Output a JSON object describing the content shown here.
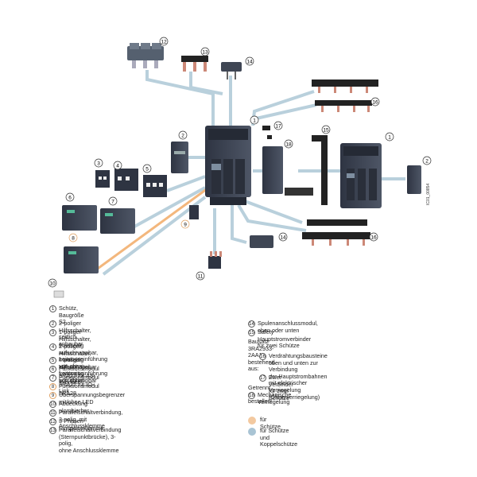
{
  "doc_id": "IC01_00854",
  "callouts": [
    "1",
    "2",
    "3",
    "4",
    "5",
    "6",
    "7",
    "8",
    "9",
    "10",
    "11",
    "12",
    "13",
    "14",
    "15",
    "16",
    "17",
    "18"
  ],
  "legend_left": [
    {
      "n": "1",
      "text": "Schütz, Baugröße S2",
      "style": "plain"
    },
    {
      "n": "2",
      "text": "2-poliger Hilfsschalter, seitlich anbaubar",
      "style": "plain"
    },
    {
      "n": "3",
      "text": "1-poliger Hilfsschalter, frontseitig aufschnappbar,\nLeitungseinführung von oben",
      "style": "plain"
    },
    {
      "n": "4",
      "text": "2-poliger Hilfsschalter, frontseitig aufschnappbar,\nLeitungseinführung von unten",
      "style": "plain"
    },
    {
      "n": "5",
      "text": "4-poliger Hilfsschalter, frontseitig aufschnappbar",
      "style": "plain"
    },
    {
      "n": "6",
      "text": "Funktionsmodul 3RA27 für AS-Interface",
      "style": "plain"
    },
    {
      "n": "7",
      "text": "Funktionsmodul 3RA27 für IO-Link",
      "style": "plain"
    },
    {
      "n": "8",
      "text": "Funktionsmodul 3RA28",
      "style": "orange"
    },
    {
      "n": "9",
      "text": "Überspannungsbegrenzer mit/ohne LED",
      "style": "orange"
    },
    {
      "n": "10",
      "text": "Abdeckung plombierbar",
      "style": "plain"
    },
    {
      "n": "11",
      "text": "Parallelschaltverbindung, 3-polig, mit Anschlussklemme",
      "style": "plain"
    },
    {
      "n": "12",
      "text": "3-Phasen-Einspeiseklemme",
      "style": "plain"
    },
    {
      "n": "13",
      "text": "Parallelschaltverbindung (Sternpunktbrücke), 3-polig,\nohne Anschlussklemme",
      "style": "plain"
    }
  ],
  "legend_right": [
    {
      "n": "14",
      "text": "Spulenanschlussmodul, oben oder unten"
    },
    {
      "n": "15",
      "text": "Safety Hauptstromverbinder für zwei Schütze"
    }
  ],
  "bausatz": {
    "heading": "Bausatz 3RA2933-2AA1\nbestehend aus:",
    "item16": "Verdrahtungsbausteine oben und unten zur Verbindung\nder Hauptstrombahnen mit elektrischer Verriegelung\n(Öffnerverriegelung)",
    "item17": "Zwei Verbinder für zwei Schütze"
  },
  "separat": {
    "heading": "Getrennt zu bestellen:",
    "item18": "Mechanische Verriegelung"
  },
  "key": {
    "orange_label": "für Schütze",
    "blue_label": "für Schütze und Koppelschütze",
    "orange_color": "#f3c9a0",
    "blue_color": "#a9c4d4"
  },
  "colors": {
    "connector_blue": "#b9d0dc",
    "connector_orange": "#f3b77d",
    "device": "#3a4150",
    "device_light": "#5a6272"
  }
}
